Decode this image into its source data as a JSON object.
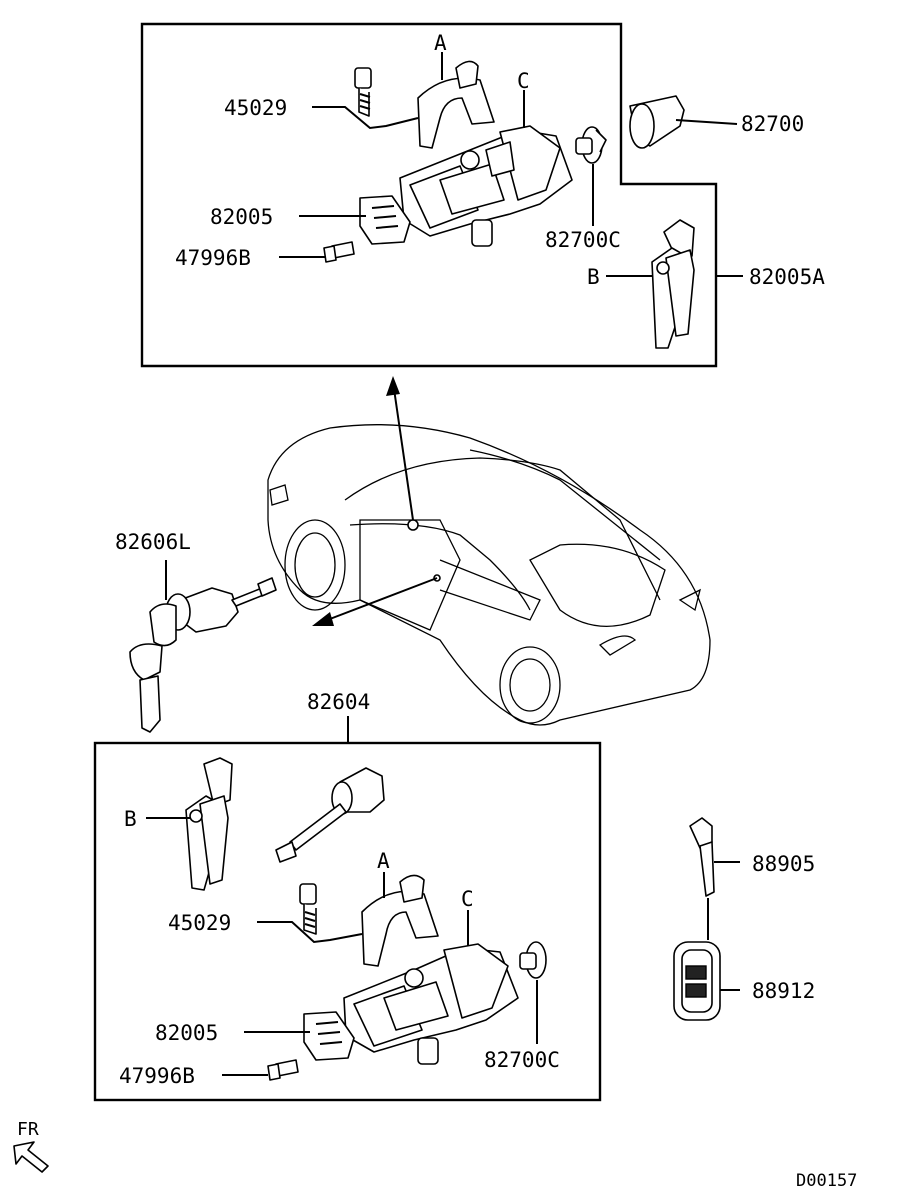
{
  "labels": {
    "upper_45029": "45029",
    "upper_A": "A",
    "upper_C": "C",
    "upper_82700": "82700",
    "upper_82005": "82005",
    "upper_82700C": "82700C",
    "upper_47996B": "47996B",
    "upper_B": "B",
    "upper_82005A": "82005A",
    "left_82606L": "82606L",
    "lower_82604": "82604",
    "lower_B": "B",
    "lower_A": "A",
    "lower_45029": "45029",
    "lower_C": "C",
    "lower_82005": "82005",
    "lower_82700C": "82700C",
    "lower_47996B": "47996B",
    "right_88905": "88905",
    "right_88912": "88912",
    "fr": "FR",
    "diagram_code": "D00157"
  },
  "icons": {
    "front_arrow": "fr-arrow-icon"
  }
}
